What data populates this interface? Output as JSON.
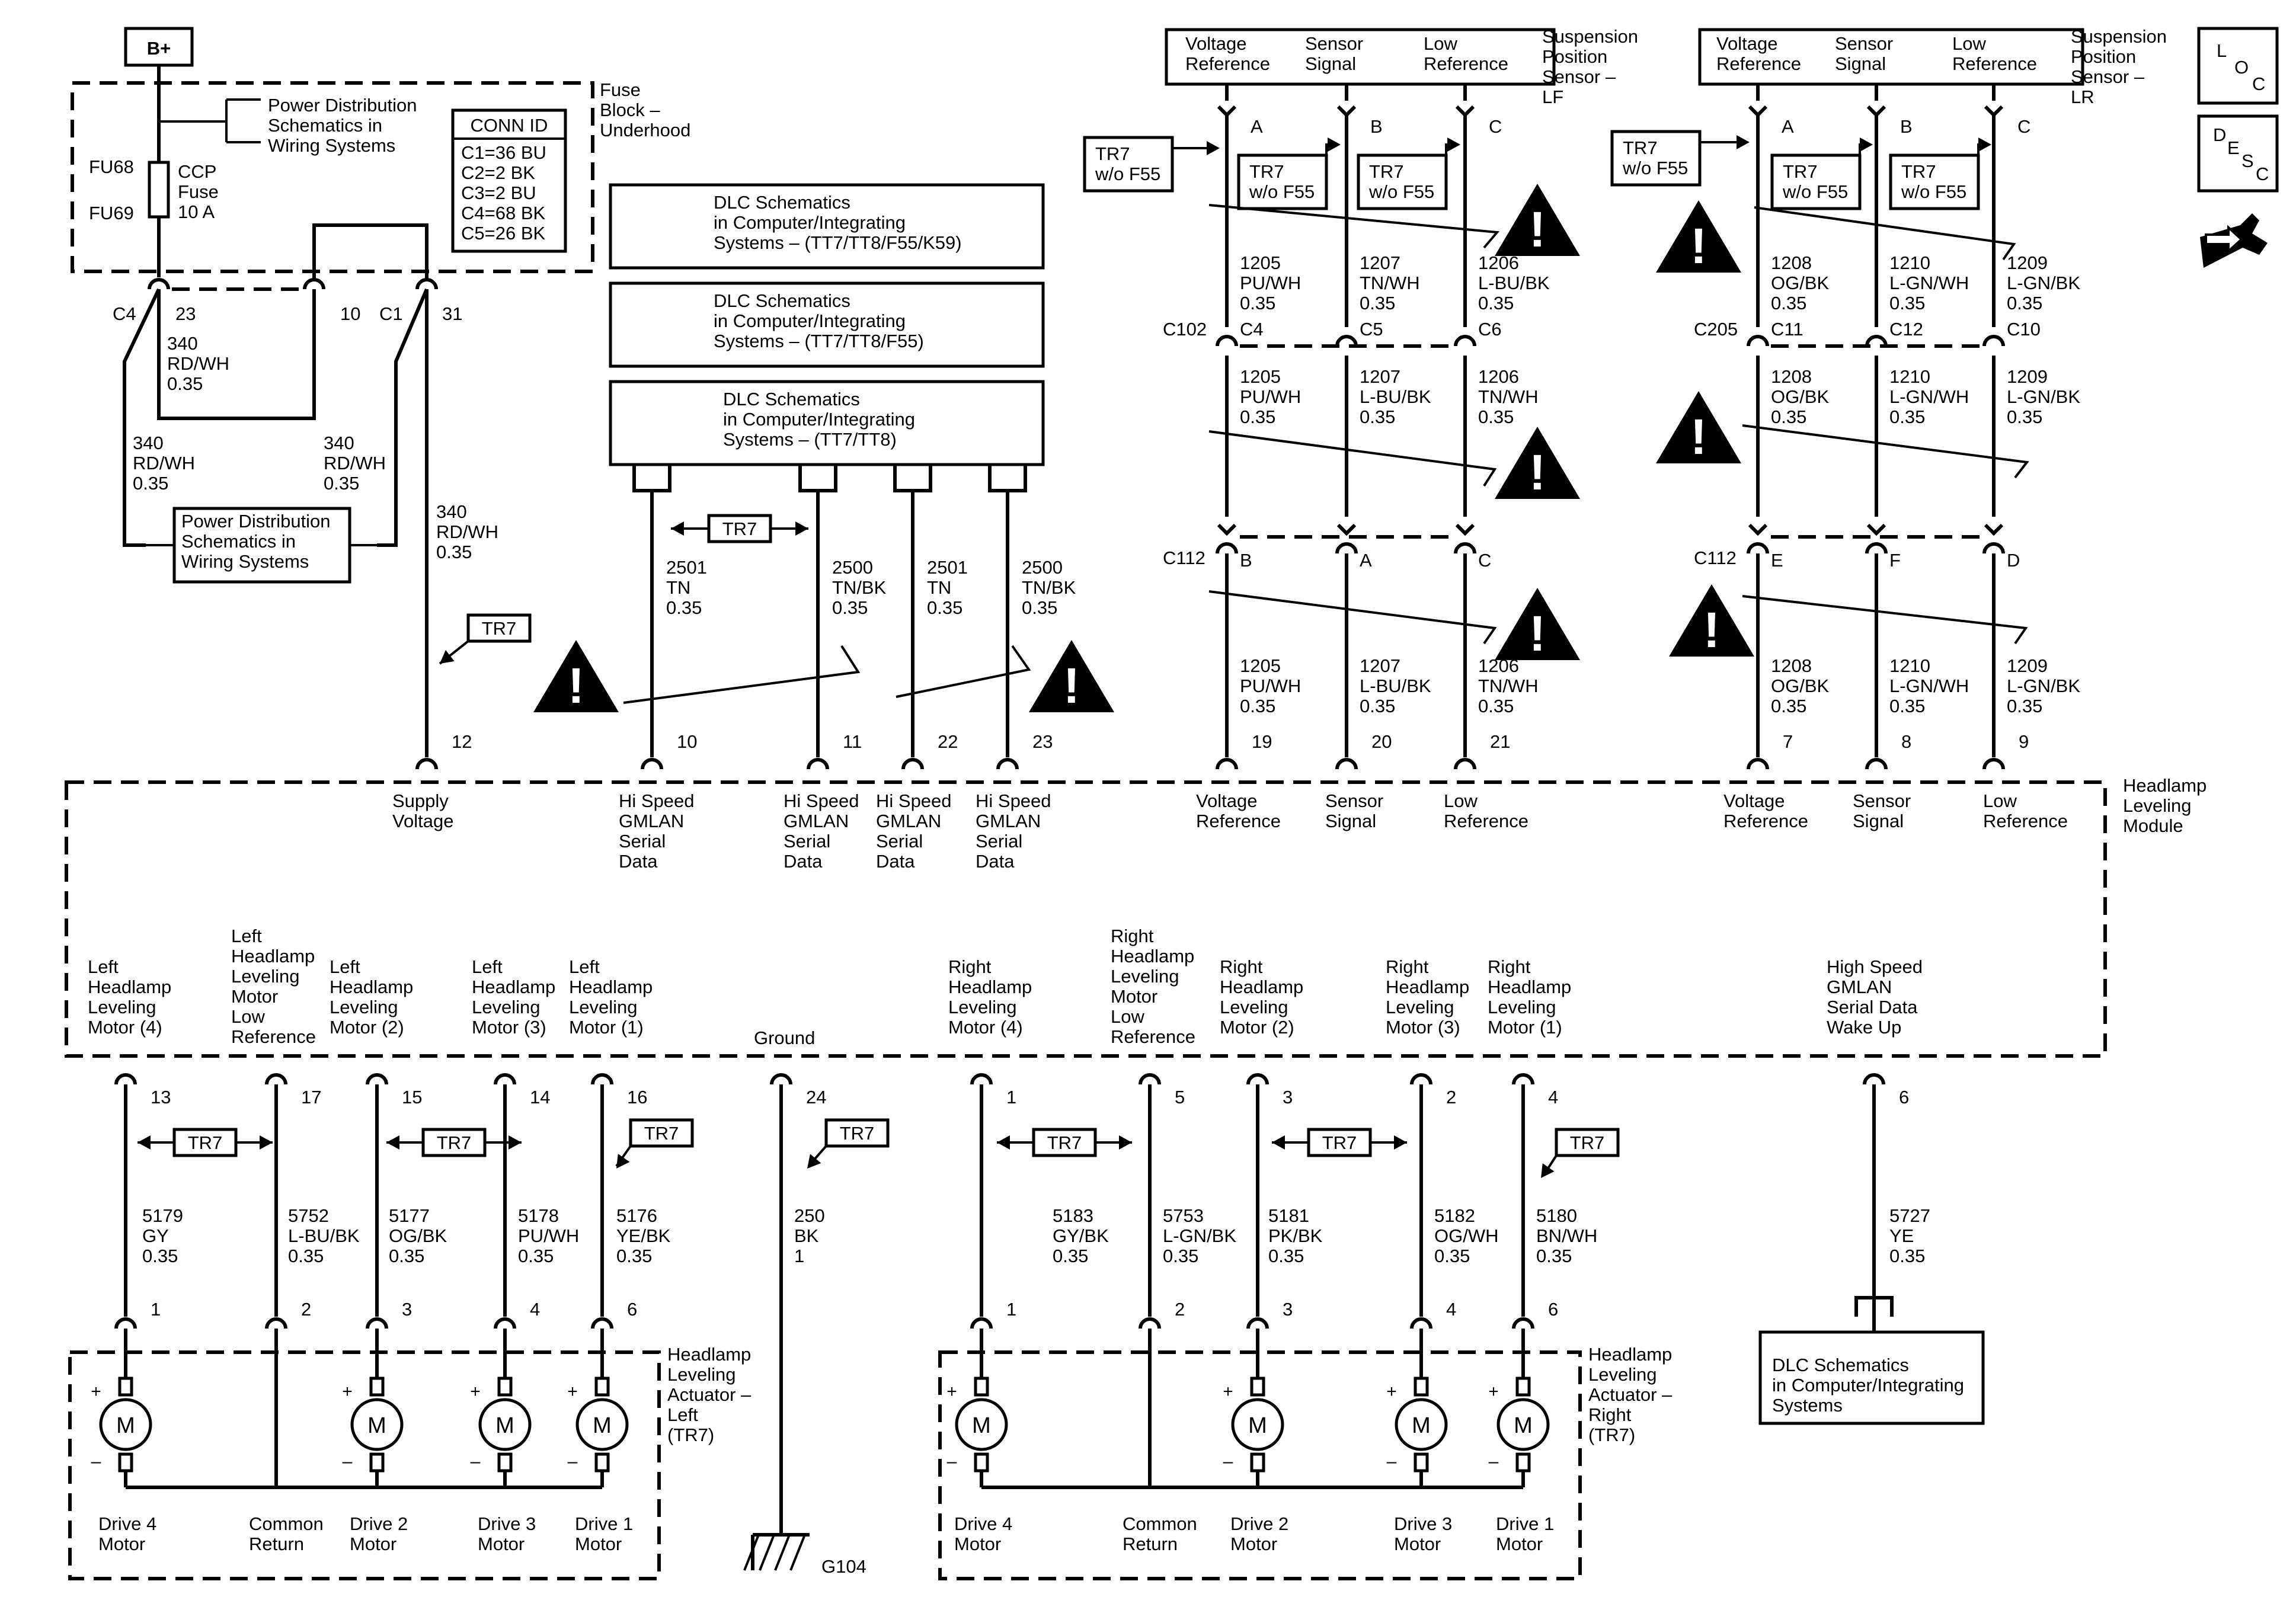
{
  "power": {
    "battery_label": "B+",
    "pds_top": [
      "Power Distribution",
      "Schematics in",
      "Wiring Systems"
    ],
    "pds_bottom": [
      "Power Distribution",
      "Schematics in",
      "Wiring Systems"
    ]
  },
  "fuse_block": {
    "title": [
      "Fuse",
      "Block –",
      "Underhood"
    ],
    "fuse_top": "FU68",
    "fuse_bottom": "FU69",
    "fuse_name": [
      "CCP",
      "Fuse",
      "10 A"
    ],
    "conn_id_title": "CONN ID",
    "conn_ids": [
      "C1=36 BU",
      "C2=2 BK",
      "C3=2 BU",
      "C4=68 BK",
      "C5=26 BK"
    ],
    "pins": {
      "c4": "C4",
      "c4_pin": "23",
      "mid_pin": "10",
      "c1": "C1",
      "c1_pin": "31"
    },
    "wire_340": [
      "340",
      "RD/WH",
      "0.35"
    ]
  },
  "dlc": {
    "box1": [
      "DLC Schematics",
      "in Computer/Integrating",
      "Systems – (TT7/TT8/F55/K59)"
    ],
    "box2": [
      "DLC Schematics",
      "in Computer/Integrating",
      "Systems – (TT7/TT8/F55)"
    ],
    "box3": [
      "DLC Schematics",
      "in Computer/Integrating",
      "Systems – (TT7/TT8)"
    ],
    "box4": [
      "DLC Schematics",
      "in Computer/Integrating",
      "Systems"
    ],
    "wires": [
      [
        "2501",
        "TN",
        "0.35"
      ],
      [
        "2500",
        "TN/BK",
        "0.35"
      ],
      [
        "2501",
        "TN",
        "0.35"
      ],
      [
        "2500",
        "TN/BK",
        "0.35"
      ]
    ]
  },
  "options": {
    "tr7": "TR7",
    "tr7_wo_f55": [
      "TR7",
      "w/o F55"
    ]
  },
  "sensor_lf": {
    "title": [
      "Suspension",
      "Position",
      "Sensor –",
      "LF"
    ],
    "header": [
      [
        "Voltage",
        "Reference"
      ],
      [
        "Sensor",
        "Signal"
      ],
      [
        "Low",
        "Reference"
      ]
    ],
    "pins": [
      "A",
      "B",
      "C"
    ],
    "upper_wires": [
      [
        "1205",
        "PU/WH",
        "0.35"
      ],
      [
        "1207",
        "TN/WH",
        "0.35"
      ],
      [
        "1206",
        "L-BU/BK",
        "0.35"
      ]
    ],
    "c102": {
      "name": "C102",
      "pins": [
        "C4",
        "C5",
        "C6"
      ]
    },
    "mid_wires": [
      [
        "1205",
        "PU/WH",
        "0.35"
      ],
      [
        "1207",
        "L-BU/BK",
        "0.35"
      ],
      [
        "1206",
        "TN/WH",
        "0.35"
      ]
    ],
    "c112": {
      "name": "C112",
      "pins": [
        "B",
        "A",
        "C"
      ]
    },
    "lower_wires": [
      [
        "1205",
        "PU/WH",
        "0.35"
      ],
      [
        "1207",
        "L-BU/BK",
        "0.35"
      ],
      [
        "1206",
        "TN/WH",
        "0.35"
      ]
    ]
  },
  "sensor_lr": {
    "title": [
      "Suspension",
      "Position",
      "Sensor –",
      "LR"
    ],
    "header": [
      [
        "Voltage",
        "Reference"
      ],
      [
        "Sensor",
        "Signal"
      ],
      [
        "Low",
        "Reference"
      ]
    ],
    "pins": [
      "A",
      "B",
      "C"
    ],
    "upper_wires": [
      [
        "1208",
        "OG/BK",
        "0.35"
      ],
      [
        "1210",
        "L-GN/WH",
        "0.35"
      ],
      [
        "1209",
        "L-GN/BK",
        "0.35"
      ]
    ],
    "c205": {
      "name": "C205",
      "pins": [
        "C11",
        "C12",
        "C10"
      ]
    },
    "mid_wires": [
      [
        "1208",
        "OG/BK",
        "0.35"
      ],
      [
        "1210",
        "L-GN/WH",
        "0.35"
      ],
      [
        "1209",
        "L-GN/BK",
        "0.35"
      ]
    ],
    "c112": {
      "name": "C112",
      "pins": [
        "E",
        "F",
        "D"
      ]
    },
    "lower_wires": [
      [
        "1208",
        "OG/BK",
        "0.35"
      ],
      [
        "1210",
        "L-GN/WH",
        "0.35"
      ],
      [
        "1209",
        "L-GN/BK",
        "0.35"
      ]
    ]
  },
  "module": {
    "title": [
      "Headlamp",
      "Leveling",
      "Module"
    ],
    "top_pins": [
      "12",
      "10",
      "11",
      "22",
      "23",
      "19",
      "20",
      "21",
      "7",
      "8",
      "9"
    ],
    "top_labels": [
      [
        "Supply",
        "Voltage"
      ],
      [
        "Hi Speed",
        "GMLAN",
        "Serial",
        "Data"
      ],
      [
        "Hi Speed",
        "GMLAN",
        "Serial",
        "Data"
      ],
      [
        "Hi Speed",
        "GMLAN",
        "Serial",
        "Data"
      ],
      [
        "Hi Speed",
        "GMLAN",
        "Serial",
        "Data"
      ],
      [
        "Voltage",
        "Reference"
      ],
      [
        "Sensor",
        "Signal"
      ],
      [
        "Low",
        "Reference"
      ],
      [
        "Voltage",
        "Reference"
      ],
      [
        "Sensor",
        "Signal"
      ],
      [
        "Low",
        "Reference"
      ]
    ],
    "bottom_labels": [
      [
        "Left",
        "Headlamp",
        "Leveling",
        "Motor (4)"
      ],
      [
        "Left",
        "Headlamp",
        "Leveling",
        "Motor",
        "Low",
        "Reference"
      ],
      [
        "Left",
        "Headlamp",
        "Leveling",
        "Motor (2)"
      ],
      [
        "Left",
        "Headlamp",
        "Leveling",
        "Motor (3)"
      ],
      [
        "Left",
        "Headlamp",
        "Leveling",
        "Motor (1)"
      ],
      [
        "Ground"
      ],
      [
        "Right",
        "Headlamp",
        "Leveling",
        "Motor (4)"
      ],
      [
        "Right",
        "Headlamp",
        "Leveling",
        "Motor",
        "Low",
        "Reference"
      ],
      [
        "Right",
        "Headlamp",
        "Leveling",
        "Motor (2)"
      ],
      [
        "Right",
        "Headlamp",
        "Leveling",
        "Motor (3)"
      ],
      [
        "Right",
        "Headlamp",
        "Leveling",
        "Motor (1)"
      ],
      [
        "High Speed",
        "GMLAN",
        "Serial Data",
        "Wake Up"
      ]
    ],
    "bottom_pins": [
      "13",
      "17",
      "15",
      "14",
      "16",
      "24",
      "1",
      "5",
      "3",
      "2",
      "4",
      "6"
    ]
  },
  "bottom_wires": [
    [
      "5179",
      "GY",
      "0.35"
    ],
    [
      "5752",
      "L-BU/BK",
      "0.35"
    ],
    [
      "5177",
      "OG/BK",
      "0.35"
    ],
    [
      "5178",
      "PU/WH",
      "0.35"
    ],
    [
      "5176",
      "YE/BK",
      "0.35"
    ],
    [
      "250",
      "BK",
      "1"
    ],
    [
      "5183",
      "GY/BK",
      "0.35"
    ],
    [
      "5753",
      "L-GN/BK",
      "0.35"
    ],
    [
      "5181",
      "PK/BK",
      "0.35"
    ],
    [
      "5182",
      "OG/WH",
      "0.35"
    ],
    [
      "5180",
      "BN/WH",
      "0.35"
    ],
    [
      "5727",
      "YE",
      "0.35"
    ]
  ],
  "actuator_left": {
    "title": [
      "Headlamp",
      "Leveling",
      "Actuator –",
      "Left",
      "(TR7)"
    ],
    "pins": [
      "1",
      "2",
      "3",
      "4",
      "6"
    ],
    "labels": [
      [
        "Drive 4",
        "Motor"
      ],
      [
        "Common",
        "Return"
      ],
      [
        "Drive 2",
        "Motor"
      ],
      [
        "Drive 3",
        "Motor"
      ],
      [
        "Drive 1",
        "Motor"
      ]
    ]
  },
  "actuator_right": {
    "title": [
      "Headlamp",
      "Leveling",
      "Actuator –",
      "Right",
      "(TR7)"
    ],
    "pins": [
      "1",
      "2",
      "3",
      "4",
      "6"
    ],
    "labels": [
      [
        "Drive 4",
        "Motor"
      ],
      [
        "Common",
        "Return"
      ],
      [
        "Drive 2",
        "Motor"
      ],
      [
        "Drive 3",
        "Motor"
      ],
      [
        "Drive 1",
        "Motor"
      ]
    ]
  },
  "ground": {
    "name": "G104"
  },
  "motor_glyph": "M",
  "plus": "+",
  "minus": "–",
  "warning_glyph": "!",
  "icons": {
    "loc": [
      "L",
      "O",
      "C"
    ],
    "desc": [
      "D",
      "E",
      "S",
      "C"
    ]
  }
}
